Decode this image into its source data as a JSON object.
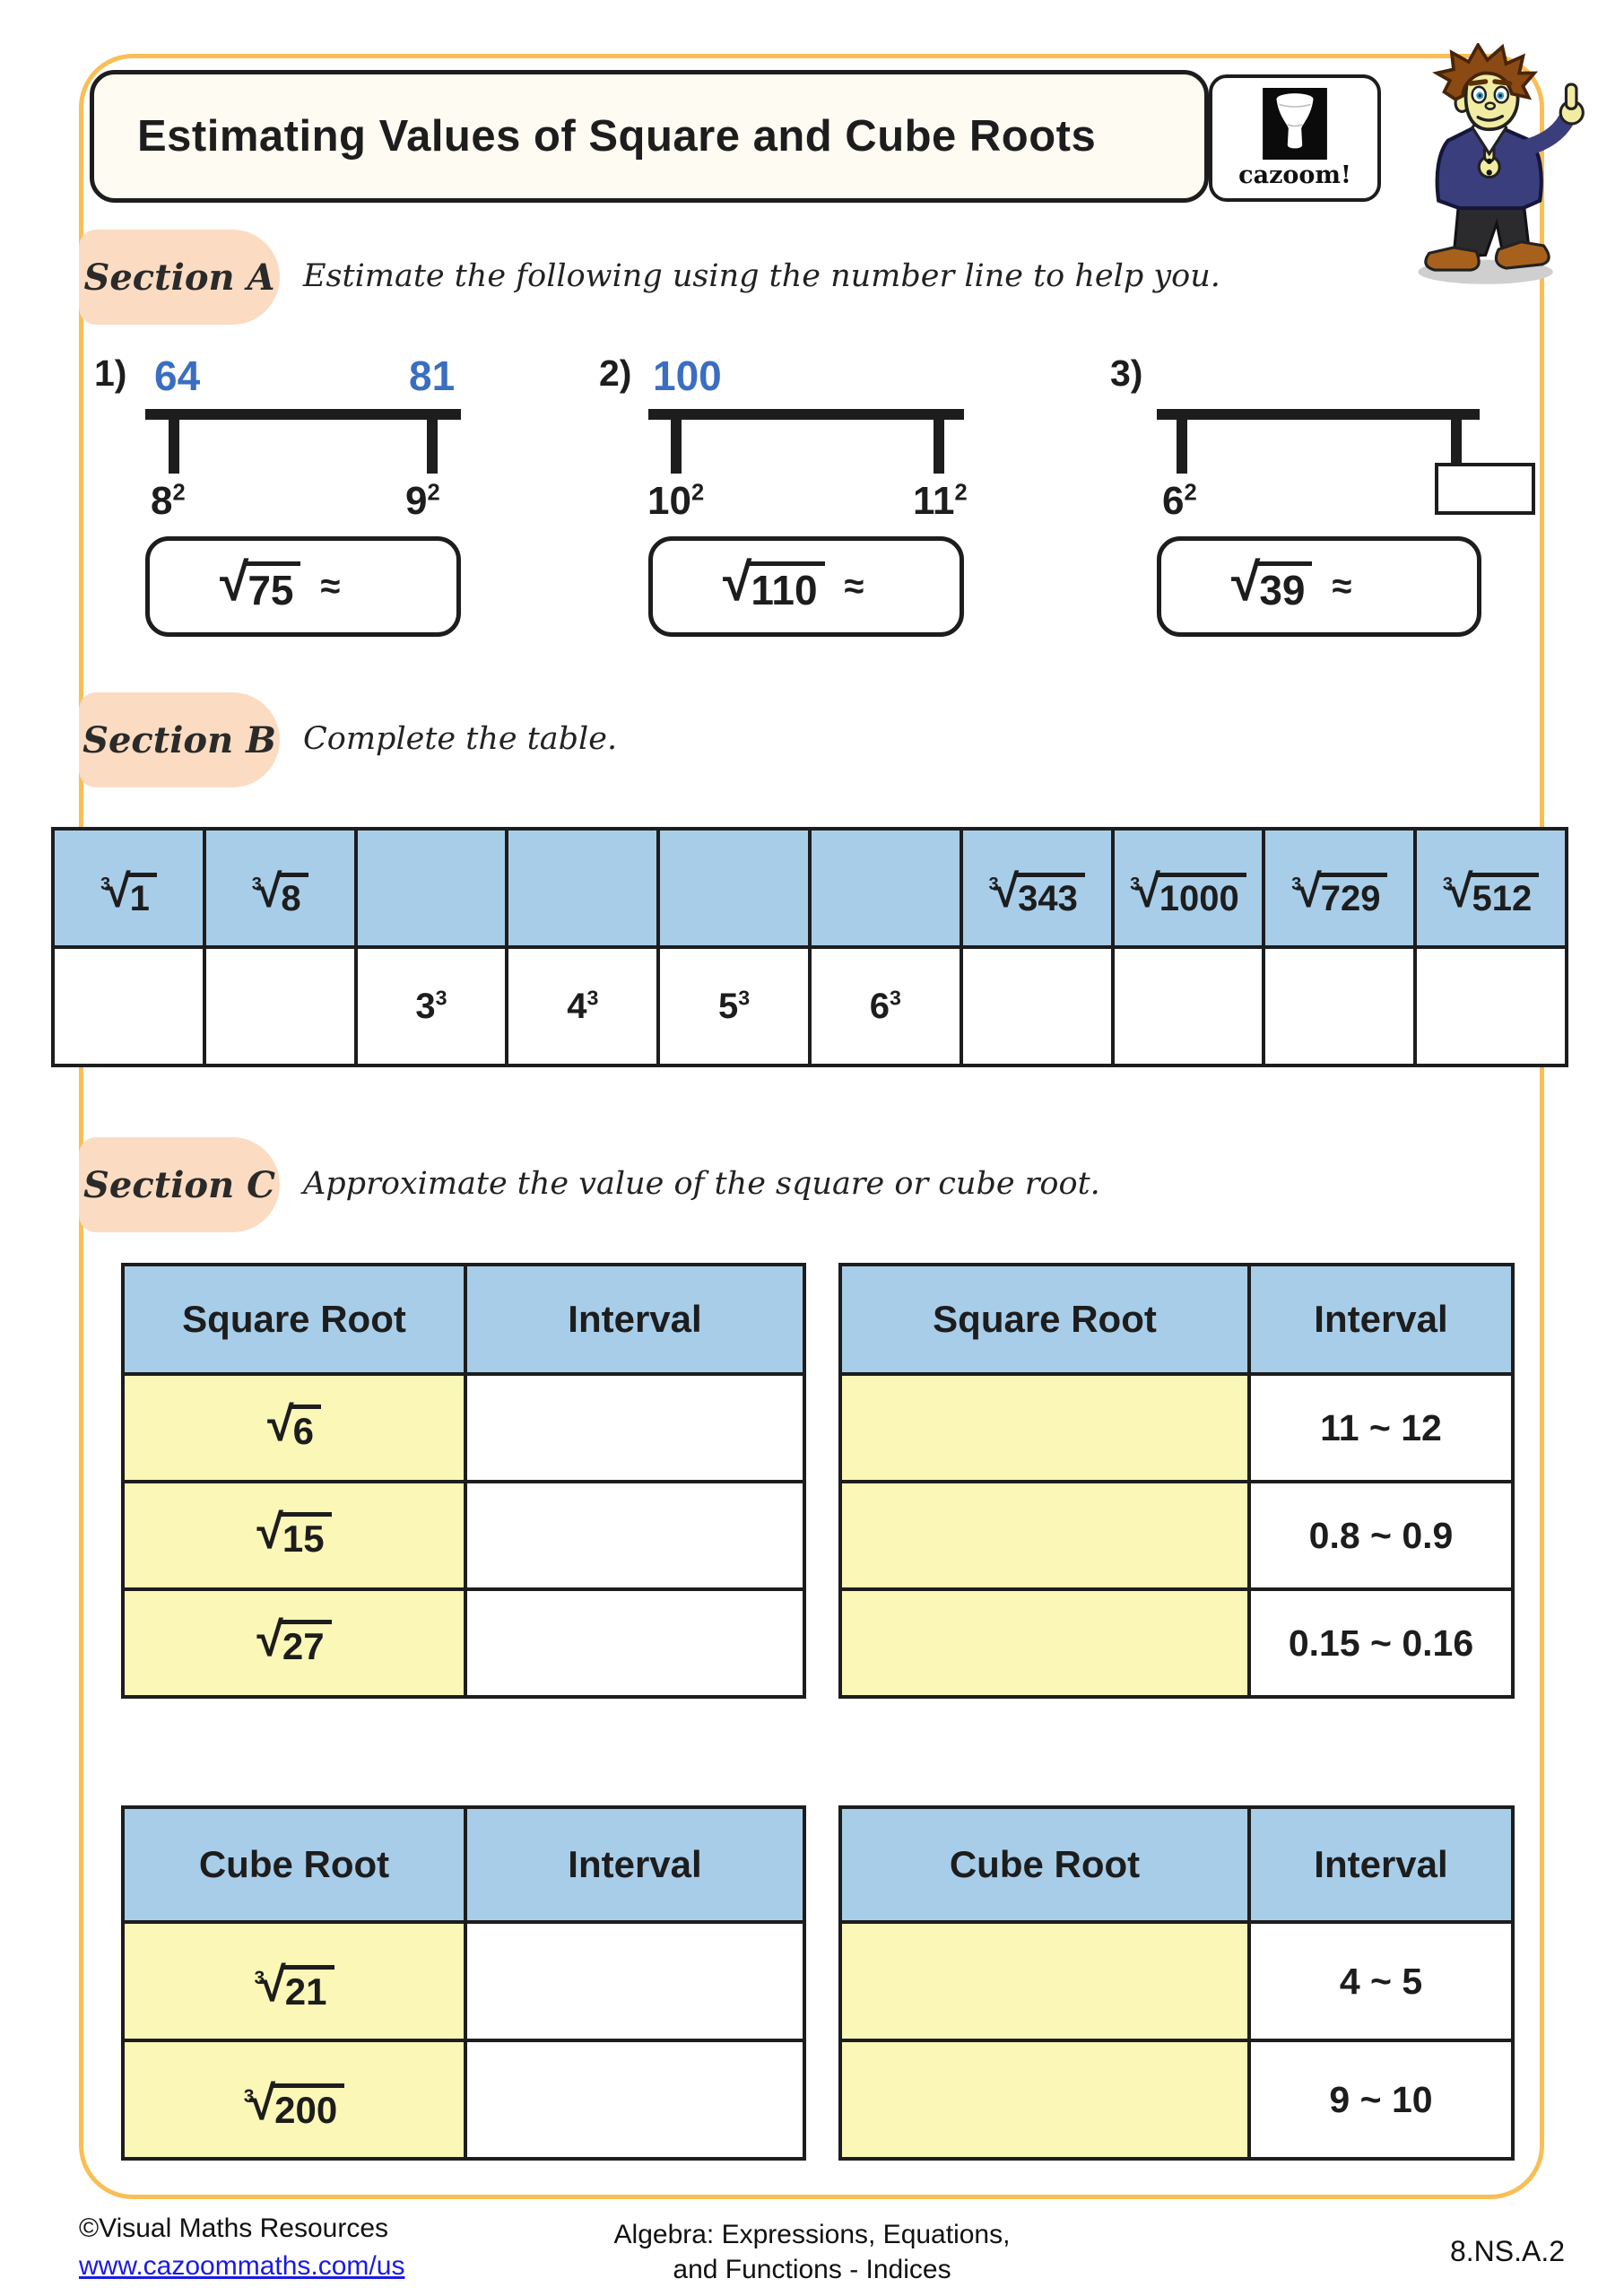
{
  "page": {
    "title": "Estimating Values of Square and Cube Roots",
    "logo_text": "cazoom!"
  },
  "sym": {
    "radical": "√",
    "approx": "≈"
  },
  "colors": {
    "frame_orange": "#f9be55",
    "pill_peach": "#fbdcc2",
    "table_blue": "#a8cde9",
    "cell_yellow": "#fbf7b7",
    "title_cream": "#fdfbf2",
    "number_blue": "#3a6ec1",
    "link_blue": "#1a1ae6",
    "ink": "#1d1d1d"
  },
  "section_a": {
    "label": "Section A",
    "instruction": "Estimate the following using the number line to help you.",
    "problems": [
      {
        "num": "1)",
        "left_top": "64",
        "right_top": "81",
        "left_lbl": {
          "base": "8",
          "exp": "2"
        },
        "right_lbl": {
          "base": "9",
          "exp": "2"
        },
        "answer": {
          "rad": "75"
        }
      },
      {
        "num": "2)",
        "left_top": "100",
        "right_top": "",
        "left_lbl": {
          "base": "10",
          "exp": "2"
        },
        "right_lbl": {
          "base": "11",
          "exp": "2"
        },
        "answer": {
          "rad": "110"
        }
      },
      {
        "num": "3)",
        "left_top": "",
        "right_top": "",
        "left_lbl": {
          "base": "6",
          "exp": "2"
        },
        "right_lbl": null,
        "answer": {
          "rad": "39"
        }
      }
    ]
  },
  "section_b": {
    "label": "Section B",
    "instruction": "Complete the table.",
    "top": [
      {
        "idx": "3",
        "rad": "1"
      },
      {
        "idx": "3",
        "rad": "8"
      },
      null,
      null,
      null,
      null,
      {
        "idx": "3",
        "rad": "343"
      },
      {
        "idx": "3",
        "rad": "1000"
      },
      {
        "idx": "3",
        "rad": "729"
      },
      {
        "idx": "3",
        "rad": "512"
      }
    ],
    "bottom": [
      null,
      null,
      {
        "base": "3",
        "exp": "3"
      },
      {
        "base": "4",
        "exp": "3"
      },
      {
        "base": "5",
        "exp": "3"
      },
      {
        "base": "6",
        "exp": "3"
      },
      null,
      null,
      null,
      null
    ]
  },
  "section_c": {
    "label": "Section C",
    "instruction": "Approximate the value of the square or cube root.",
    "sr_left": {
      "col1": "Square Root",
      "col2": "Interval",
      "roots": [
        {
          "rad": "6"
        },
        {
          "rad": "15"
        },
        {
          "rad": "27"
        }
      ]
    },
    "sr_right": {
      "col1": "Square Root",
      "col2": "Interval",
      "intervals": [
        "11 ~ 12",
        "0.8 ~ 0.9",
        "0.15 ~ 0.16"
      ]
    },
    "cr_left": {
      "col1": "Cube Root",
      "col2": "Interval",
      "roots": [
        {
          "idx": "3",
          "rad": "21"
        },
        {
          "idx": "3",
          "rad": "200"
        }
      ]
    },
    "cr_right": {
      "col1": "Cube Root",
      "col2": "Interval",
      "intervals": [
        "4 ~ 5",
        "9 ~ 10"
      ]
    }
  },
  "footer": {
    "copyright": "©Visual Maths Resources",
    "url": "www.cazoommaths.com/us",
    "center_line1": "Algebra: Expressions, Equations,",
    "center_line2": "and Functions - Indices",
    "standard": "8.NS.A.2"
  }
}
